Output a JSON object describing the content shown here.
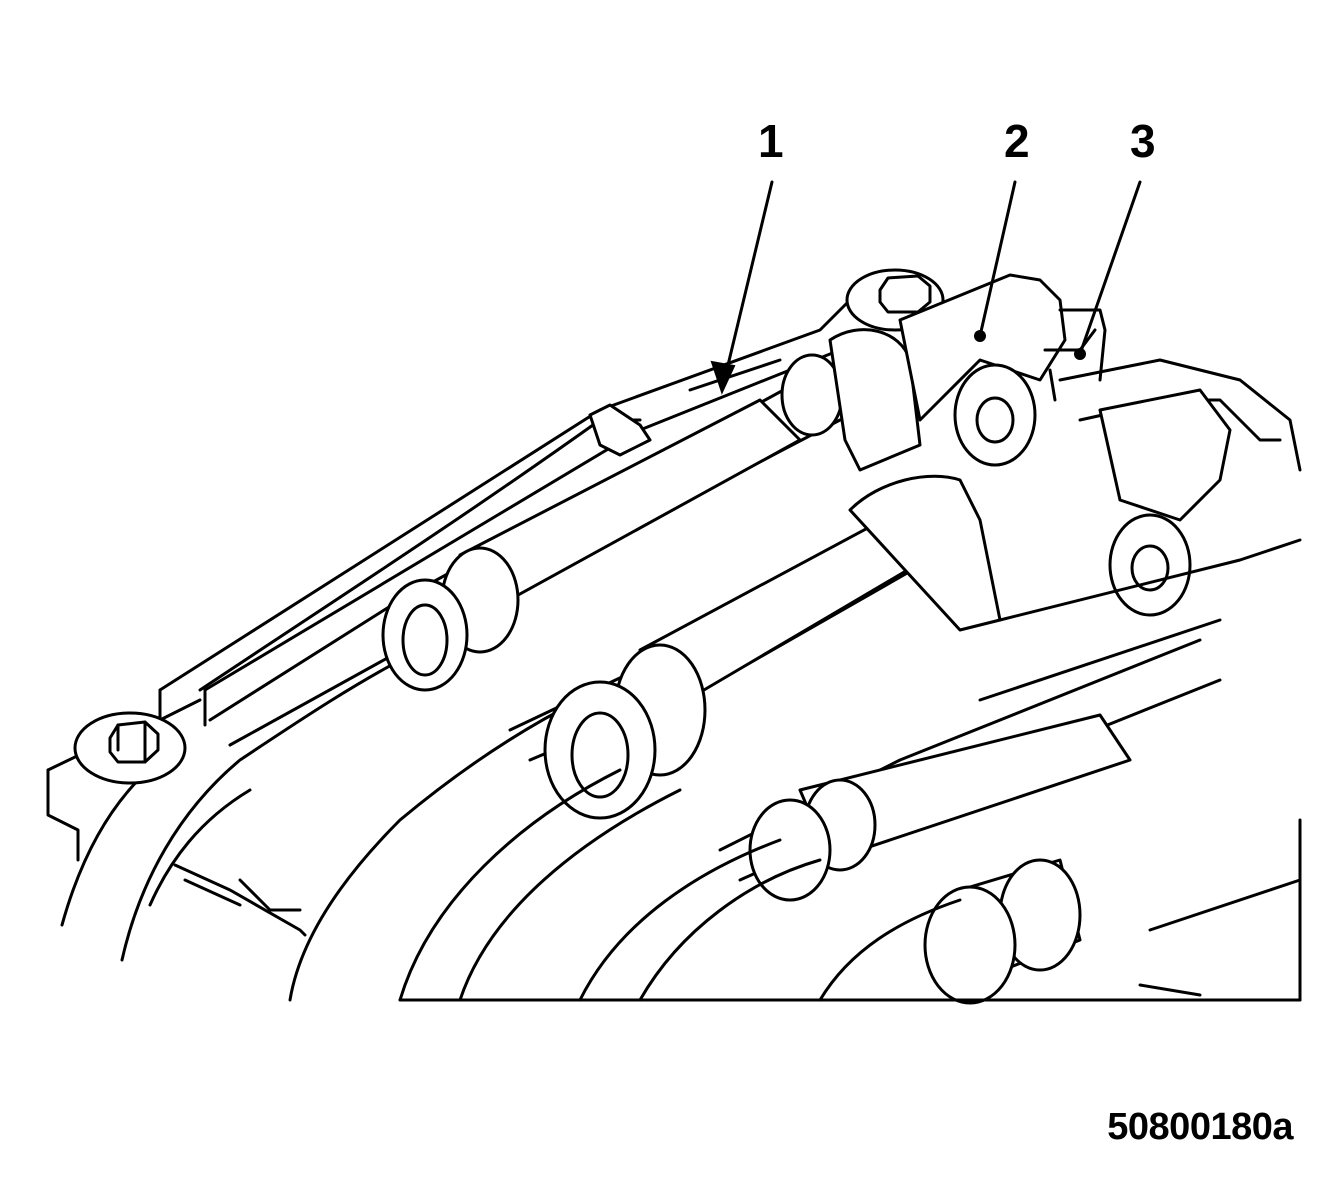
{
  "callouts": [
    {
      "id": "1",
      "label": "1"
    },
    {
      "id": "2",
      "label": "2"
    },
    {
      "id": "3",
      "label": "3"
    }
  ],
  "figure_code": "50800180a",
  "colors": {
    "line": "#000000",
    "background": "#ffffff"
  }
}
